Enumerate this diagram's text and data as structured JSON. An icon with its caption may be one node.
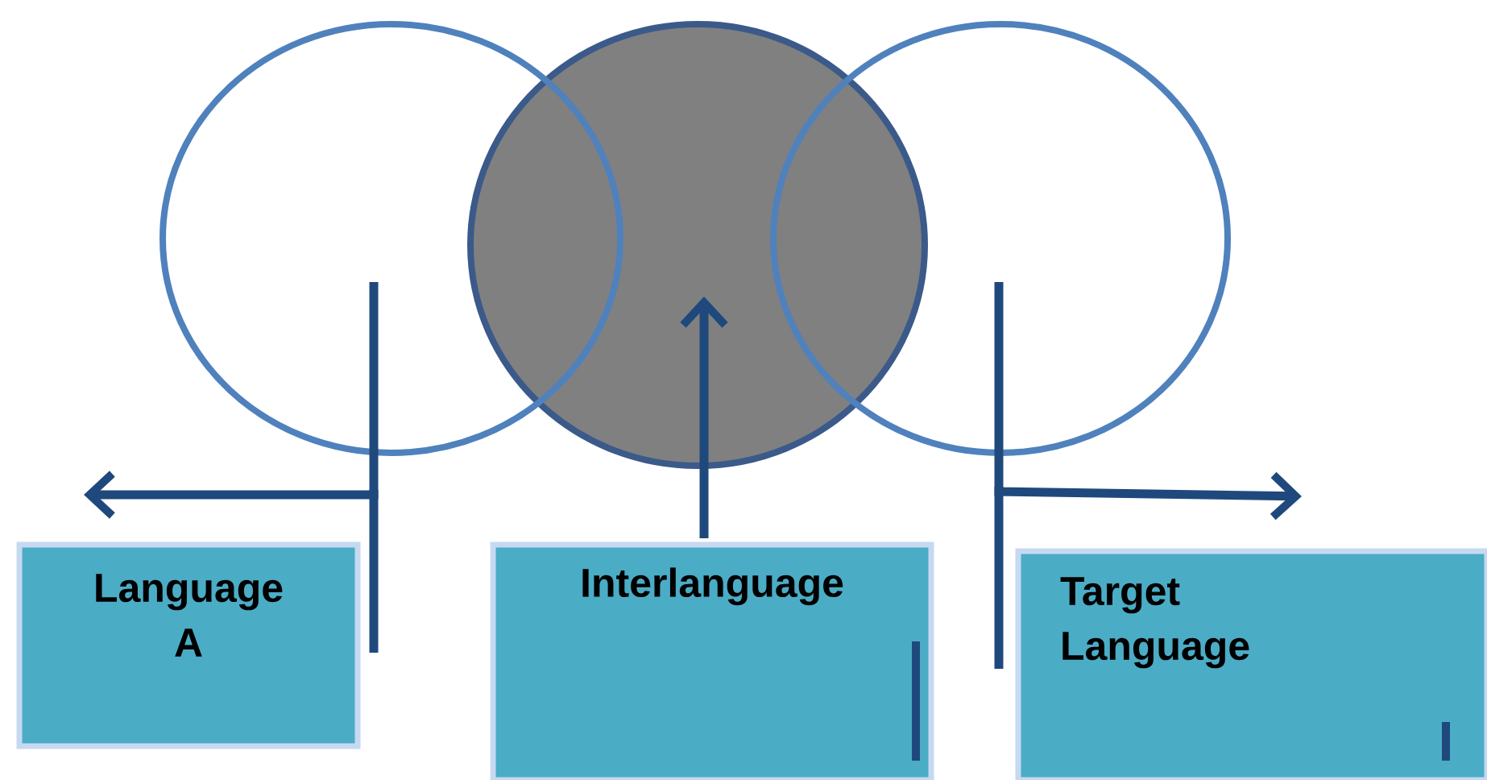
{
  "diagram": {
    "nodes": [
      {
        "text": [],
        "shape": "circle"
      },
      {
        "text": [],
        "shape": "circle"
      },
      {
        "text": [],
        "shape": "circle"
      },
      {
        "text": [
          "Language A"
        ]
      },
      {
        "text": [
          "Interlanguage"
        ]
      },
      {
        "text": [
          "Target Language"
        ]
      }
    ],
    "edges": [
      {
        "from": 0,
        "to": null,
        "arrow": "to"
      },
      {
        "from": 4,
        "to": 1,
        "arrow": "to"
      },
      {
        "from": 2,
        "to": null,
        "arrow": "to"
      }
    ]
  }
}
